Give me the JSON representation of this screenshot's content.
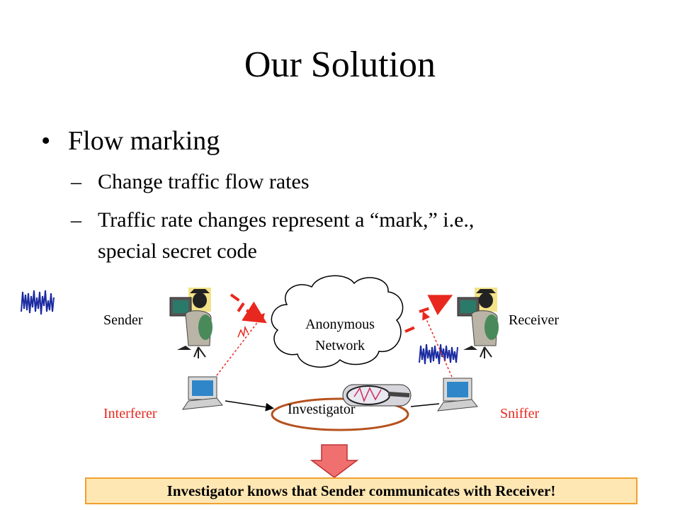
{
  "slide": {
    "title": "Our Solution",
    "bullet": "Flow marking",
    "subbullets": [
      "Change traffic  flow rates",
      "Traffic rate changes represent a “mark,” i.e.,",
      "special  secret code"
    ],
    "bullet_symbol": "•",
    "dash_symbol": "–"
  },
  "diagram": {
    "sender": "Sender",
    "receiver": "Receiver",
    "cloud_line1": "Anonymous",
    "cloud_line2": "Network",
    "interferer": "Interferer",
    "investigator": "Investigator",
    "sniffer": "Sniffer",
    "conclusion": "Investigator knows that Sender communicates with Receiver!"
  },
  "colors": {
    "accent_red": "#e8281e",
    "banner_fill": "#ffe7b3",
    "banner_border": "#f0a030",
    "down_arrow": "#f07070",
    "ellipse": "#b5521e"
  }
}
